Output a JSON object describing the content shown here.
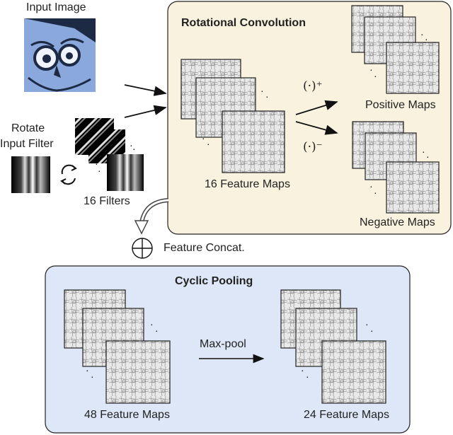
{
  "input_image": {
    "label": "Input Image"
  },
  "filters": {
    "rotate_label_line1": "Rotate",
    "rotate_label_line2": "Input Filter",
    "count_label": "16 Filters"
  },
  "rotational_convolution": {
    "title": "Rotational Convolution",
    "feature_maps_label": "16 Feature Maps",
    "positive_op": "(·)⁺",
    "negative_op": "(·)⁻",
    "positive_label": "Positive Maps",
    "negative_label": "Negative Maps"
  },
  "concat": {
    "label": "Feature Concat."
  },
  "cyclic_pooling": {
    "title": "Cyclic Pooling",
    "input_label": "48 Feature Maps",
    "op_label": "Max-pool",
    "output_label": "24 Feature Maps"
  },
  "colors": {
    "rotational_bg": "#f8f2de",
    "cyclic_bg": "#dde7f7",
    "owl_blue": "#8aa8dc"
  }
}
